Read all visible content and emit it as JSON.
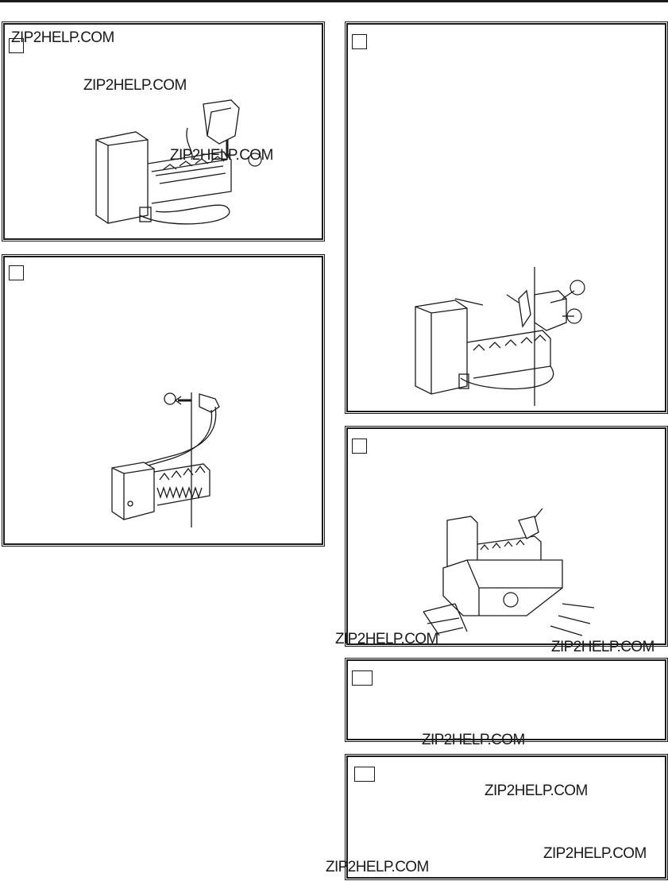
{
  "watermark": {
    "text": "ZIP2HELP.COM"
  },
  "panels": [
    {
      "id": "panel-1",
      "illustration": "icemaker-install-with-cover"
    },
    {
      "id": "panel-2",
      "illustration": "icemaker-wire-harness-connect"
    },
    {
      "id": "panel-3",
      "illustration": "icemaker-mounting-side-view"
    },
    {
      "id": "panel-4",
      "illustration": "icemaker-with-ice-bucket-on-shelf"
    },
    {
      "id": "panel-5",
      "illustration": "blank-step"
    },
    {
      "id": "panel-6",
      "illustration": "blank-step"
    }
  ],
  "colors": {
    "ink": "#1a1a1a",
    "paper": "#ffffff"
  }
}
